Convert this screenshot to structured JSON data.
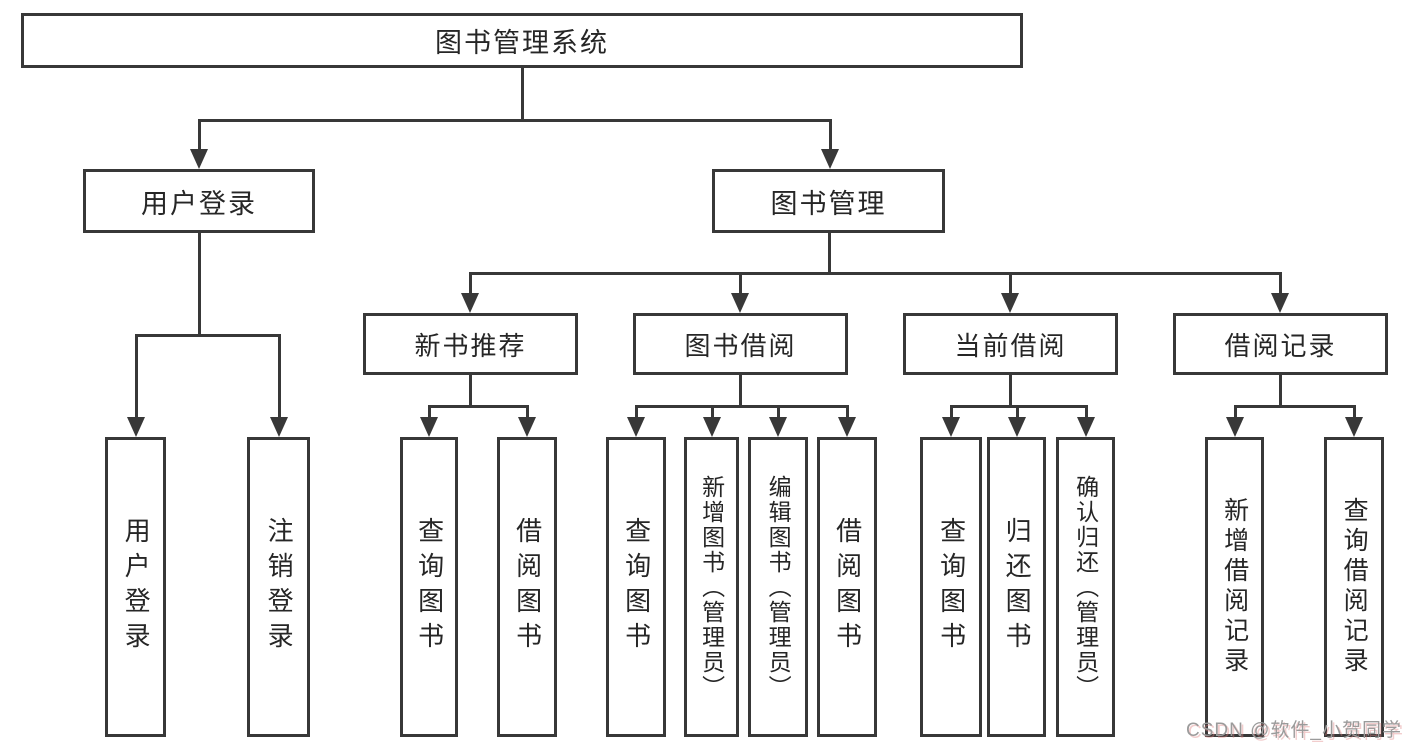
{
  "title": "图书管理系统",
  "tree": {
    "label": "图书管理系统",
    "children": [
      {
        "label": "用户登录",
        "children": [
          {
            "label": "用户登录"
          },
          {
            "label": "注销登录"
          }
        ]
      },
      {
        "label": "图书管理",
        "children": [
          {
            "label": "新书推荐",
            "children": [
              {
                "label": "查询图书"
              },
              {
                "label": "借阅图书"
              }
            ]
          },
          {
            "label": "图书借阅",
            "children": [
              {
                "label": "查询图书"
              },
              {
                "label": "新增图书（管理员）"
              },
              {
                "label": "编辑图书（管理员）"
              },
              {
                "label": "借阅图书"
              }
            ]
          },
          {
            "label": "当前借阅",
            "children": [
              {
                "label": "查询图书"
              },
              {
                "label": "归还图书"
              },
              {
                "label": "确认归还（管理员）"
              }
            ]
          },
          {
            "label": "借阅记录",
            "children": [
              {
                "label": "新增借阅记录"
              },
              {
                "label": "查询借阅记录"
              }
            ]
          }
        ]
      }
    ]
  },
  "watermark": "CSDN @软件_小贺同学",
  "colors": {
    "line": "#383838",
    "box_fill": "#ffffff",
    "text": "#262626",
    "watermark": "#9b9b9b"
  }
}
